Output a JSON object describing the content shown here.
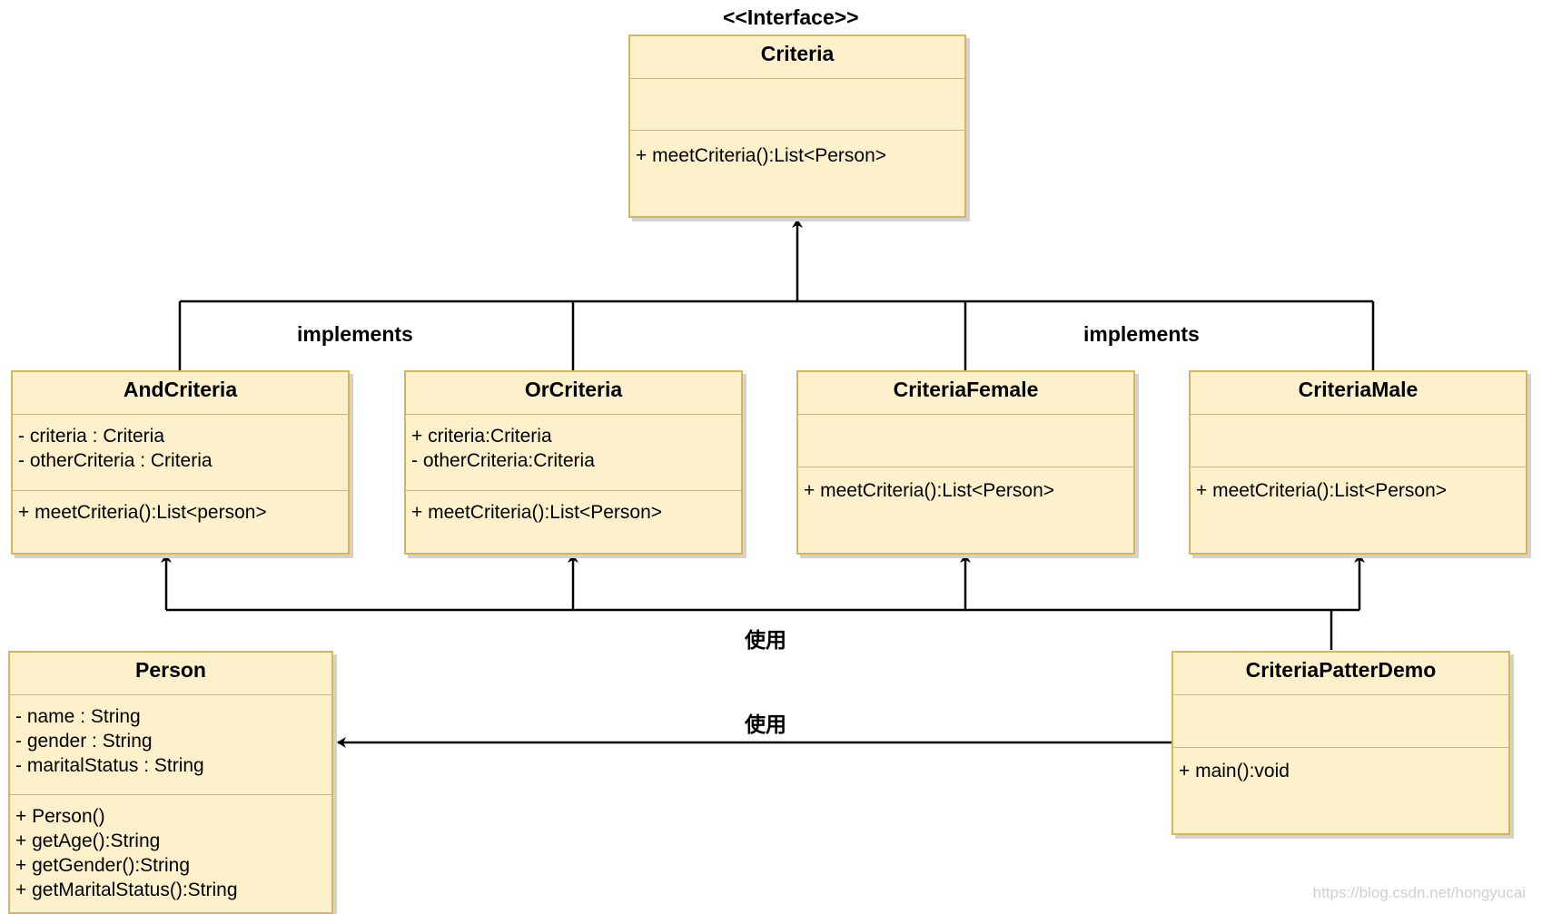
{
  "stereotype": "<<Interface>>",
  "classes": {
    "criteria": {
      "name": "Criteria",
      "attributes": [],
      "methods": [
        "+ meetCriteria():List<Person>"
      ]
    },
    "and_criteria": {
      "name": "AndCriteria",
      "attributes": [
        "- criteria : Criteria",
        "- otherCriteria : Criteria"
      ],
      "methods": [
        "+ meetCriteria():List<person>"
      ]
    },
    "or_criteria": {
      "name": "OrCriteria",
      "attributes": [
        "+ criteria:Criteria",
        "- otherCriteria:Criteria"
      ],
      "methods": [
        "+ meetCriteria():List<Person>"
      ]
    },
    "criteria_female": {
      "name": "CriteriaFemale",
      "attributes": [],
      "methods": [
        "+ meetCriteria():List<Person>"
      ]
    },
    "criteria_male": {
      "name": "CriteriaMale",
      "attributes": [],
      "methods": [
        "+ meetCriteria():List<Person>"
      ]
    },
    "person": {
      "name": "Person",
      "attributes": [
        "- name : String",
        "- gender : String",
        "- maritalStatus : String"
      ],
      "methods": [
        "+ Person()",
        "+ getAge():String",
        "+ getGender():String",
        "+ getMaritalStatus():String"
      ]
    },
    "demo": {
      "name": "CriteriaPatterDemo",
      "attributes": [],
      "methods": [
        "+ main():void"
      ]
    }
  },
  "relations": {
    "implements_left": "implements",
    "implements_right": "implements",
    "uses_criteria": "使用",
    "uses_person": "使用"
  },
  "watermark": "https://blog.csdn.net/hongyucai",
  "colors": {
    "class_fill": "#fdf1cc",
    "class_border": "#d6b656",
    "line": "#000000"
  }
}
